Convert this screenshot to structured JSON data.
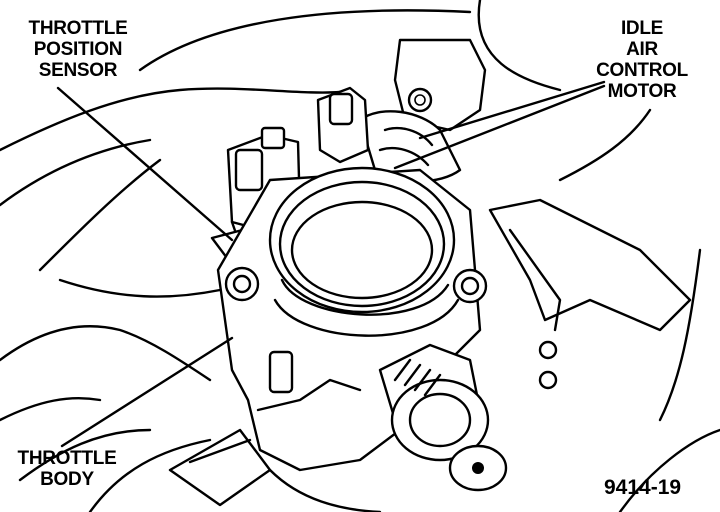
{
  "diagram": {
    "labels": {
      "throttle_position_sensor": [
        "THROTTLE",
        "POSITION",
        "SENSOR"
      ],
      "idle_air_control_motor": [
        "IDLE",
        "AIR",
        "CONTROL",
        "MOTOR"
      ],
      "throttle_body": [
        "THROTTLE",
        "BODY"
      ]
    },
    "figure_number": "9414-19",
    "ink_color": "#000000",
    "paper_color": "#ffffff"
  }
}
